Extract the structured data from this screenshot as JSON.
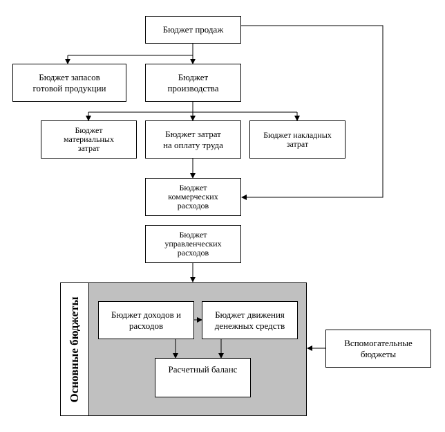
{
  "boxes": {
    "sales": "Бюджет продаж",
    "stock": "Бюджет запасов\nготовой продукции",
    "production": "Бюджет\nпроизводства",
    "materials": "Бюджет\nматериальных\nзатрат",
    "labor": "Бюджет затрат\nна оплату труда",
    "overhead": "Бюджет накладных\nзатрат",
    "commercial": "Бюджет\nкоммерческих\nрасходов",
    "admin": "Бюджет\nуправленческих\nрасходов",
    "income": "Бюджет доходов и\nрасходов",
    "cashflow": "Бюджет движения\nденежных средств",
    "balance": "Расчетный баланс",
    "auxiliary": "Вспомогательные\nбюджеты"
  },
  "group_label": "Основные бюджеты"
}
